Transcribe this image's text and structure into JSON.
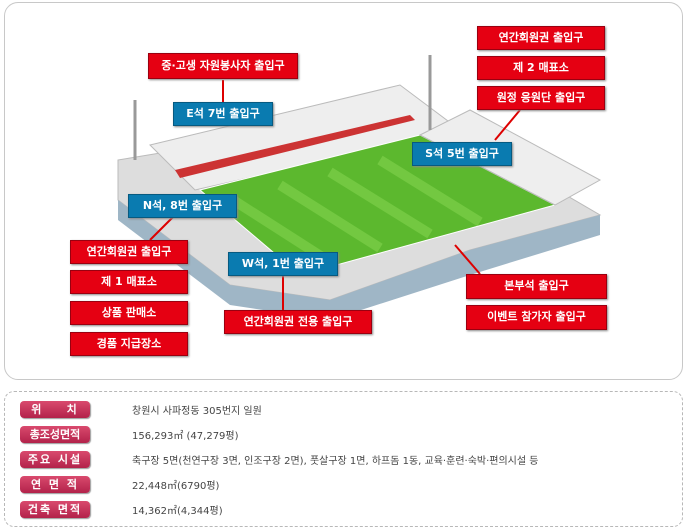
{
  "labels": {
    "volunteer": "중·고생 자원봉사자 출입구",
    "e7": "E석 7번 출입구",
    "annual_right": "연간회원권 출입구",
    "ticket2": "제 2 매표소",
    "away": "원정 응원단 출입구",
    "s5": "S석 5번 출입구",
    "n8": "N석, 8번 출입구",
    "annual_left": "연간회원권 출입구",
    "ticket1": "제 1 매표소",
    "goods": "상품 판매소",
    "prize": "경품 지급장소",
    "w1": "W석, 1번 출입구",
    "annual_only": "연간회원권 전용 출입구",
    "hq": "본부석 출입구",
    "event": "이벤트 참가자 출입구"
  },
  "info": [
    {
      "key": "위    치",
      "value": "창원시 사파정동 305번지 일원"
    },
    {
      "key": "총조성면적",
      "value": "156,293㎡ (47,279평)"
    },
    {
      "key": "주요 시설",
      "value": "축구장 5면(천연구장 3면, 인조구장 2면), 풋살구장 1면, 하프돔 1동, 교육·훈련·숙박·편의시설 등"
    },
    {
      "key": "연 면 적",
      "value": "22,448㎡(6790평)"
    },
    {
      "key": "건축 면적",
      "value": "14,362㎡(4,344평)"
    }
  ],
  "colors": {
    "red": "#e50012",
    "blue": "#0a7bb0",
    "badge": "#c2305a",
    "pitch": "#5cb82e"
  }
}
